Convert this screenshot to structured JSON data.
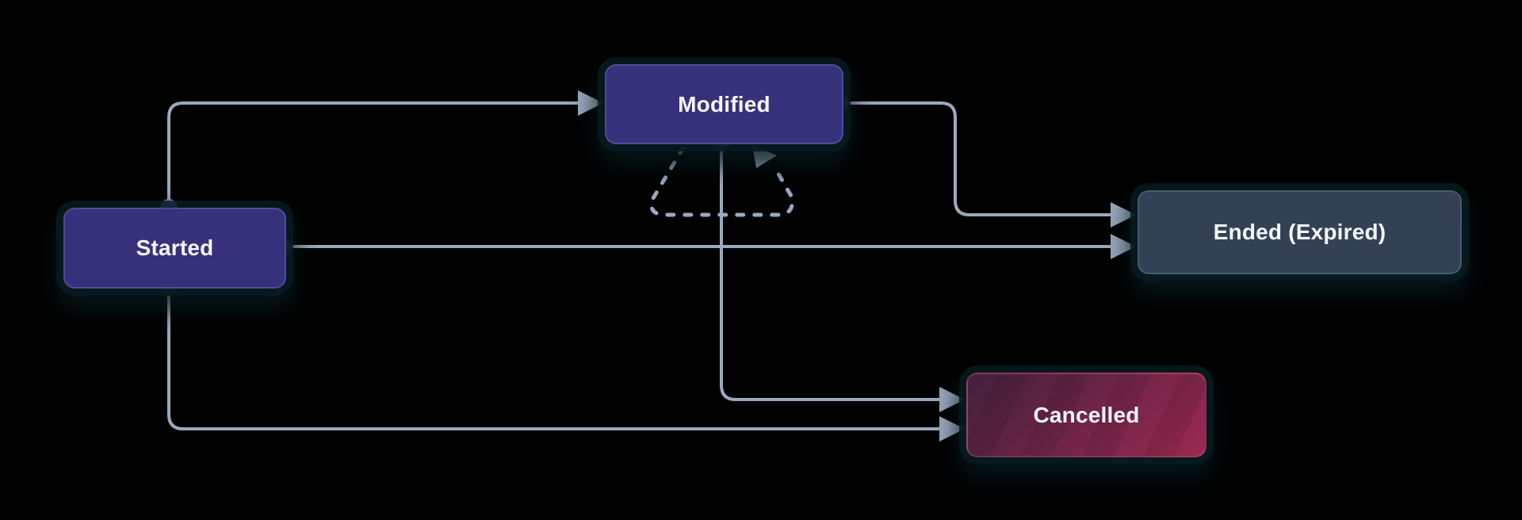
{
  "diagram": {
    "type": "state-flow-diagram",
    "background_color": "#000000",
    "colors": {
      "background": "#000000",
      "edge": "#9aa9bd",
      "handle": "#8a8df4",
      "text": "#f4f6fb",
      "purple": "#37317c",
      "slate": "#334155",
      "red_dark": "#42203c",
      "red_bright": "#9c2950"
    },
    "nodes": [
      {
        "id": "started",
        "label": "Started",
        "color_role": "purple"
      },
      {
        "id": "modified",
        "label": "Modified",
        "color_role": "purple"
      },
      {
        "id": "ended",
        "label": "Ended (Expired)",
        "color_role": "slate"
      },
      {
        "id": "cancelled",
        "label": "Cancelled",
        "color_role": "red"
      }
    ],
    "edges": [
      {
        "from": "Started",
        "to": "Modified",
        "style": "solid"
      },
      {
        "from": "Started",
        "to": "Ended (Expired)",
        "style": "solid"
      },
      {
        "from": "Started",
        "to": "Cancelled",
        "style": "solid"
      },
      {
        "from": "Modified",
        "to": "Ended (Expired)",
        "style": "solid"
      },
      {
        "from": "Modified",
        "to": "Cancelled",
        "style": "solid"
      },
      {
        "from": "Modified",
        "to": "Modified",
        "style": "dashed"
      }
    ]
  }
}
